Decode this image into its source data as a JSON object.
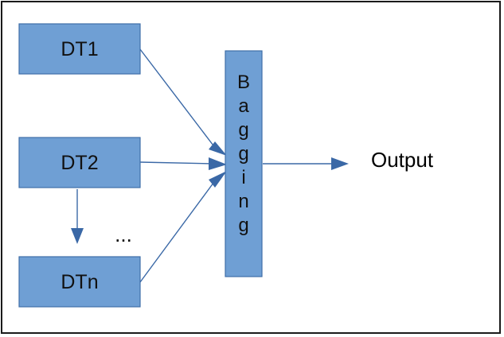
{
  "diagram": {
    "nodes": {
      "dt1": "DT1",
      "dt2": "DT2",
      "dtn": "DTn",
      "ellipsis": "...",
      "bagging": "Bagging",
      "output": "Output"
    },
    "edges": [
      {
        "from": "dt1",
        "to": "bagging"
      },
      {
        "from": "dt2",
        "to": "bagging"
      },
      {
        "from": "dtn",
        "to": "bagging"
      },
      {
        "from": "dt2",
        "to": "ellipsis"
      },
      {
        "from": "bagging",
        "to": "output"
      }
    ],
    "colors": {
      "box_fill": "#6f9fd4",
      "box_stroke": "#3f6fa8",
      "arrow": "#3a68a6",
      "border": "#1a1a1a"
    }
  }
}
